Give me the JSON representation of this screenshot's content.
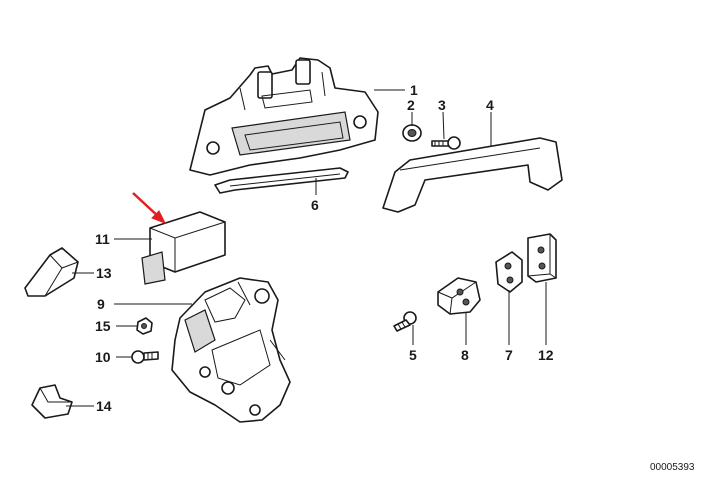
{
  "diagram": {
    "reference_code": "00005393",
    "highlight_color": "#e02020",
    "callouts": [
      {
        "id": "1",
        "label": "1"
      },
      {
        "id": "2",
        "label": "2"
      },
      {
        "id": "3",
        "label": "3"
      },
      {
        "id": "4",
        "label": "4"
      },
      {
        "id": "5",
        "label": "5"
      },
      {
        "id": "6",
        "label": "6"
      },
      {
        "id": "7",
        "label": "7"
      },
      {
        "id": "8",
        "label": "8"
      },
      {
        "id": "9",
        "label": "9"
      },
      {
        "id": "10",
        "label": "10"
      },
      {
        "id": "11",
        "label": "11"
      },
      {
        "id": "12",
        "label": "12"
      },
      {
        "id": "13",
        "label": "13"
      },
      {
        "id": "14",
        "label": "14"
      },
      {
        "id": "15",
        "label": "15"
      }
    ]
  }
}
